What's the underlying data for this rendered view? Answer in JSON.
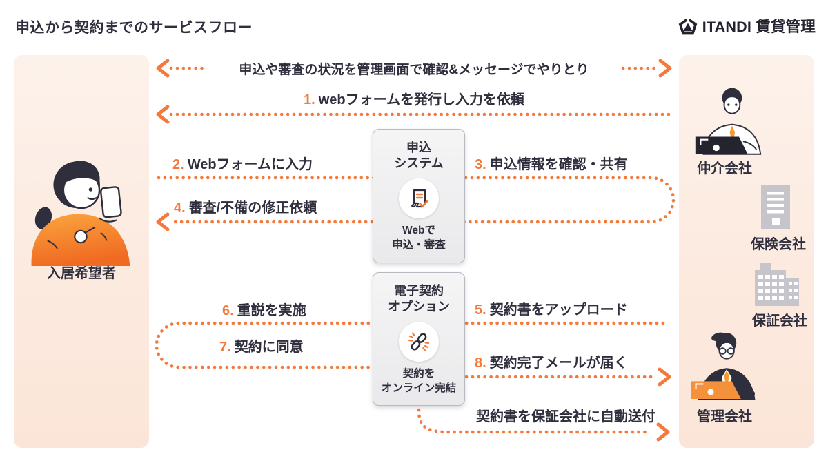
{
  "header": {
    "title": "申込から契約までのサービスフロー",
    "brand": "ITANDI 賃貸管理"
  },
  "actors": {
    "tenant": {
      "label": "入居希望者",
      "illustration": "woman-with-phone"
    },
    "broker": {
      "label": "仲介会社",
      "illustration": "man-with-laptop"
    },
    "insurance": {
      "label": "保険会社",
      "illustration": "office-building-small"
    },
    "guarantor": {
      "label": "保証会社",
      "illustration": "office-building-large"
    },
    "manager": {
      "label": "管理会社",
      "illustration": "man-in-suit-with-laptop"
    }
  },
  "cards": {
    "application": {
      "title_line1": "申込",
      "title_line2": "システム",
      "caption_line1": "Webで",
      "caption_line2": "申込・審査",
      "icon": "document-check-icon"
    },
    "econtract": {
      "title_line1": "電子契約",
      "title_line2": "オプション",
      "caption_line1": "契約を",
      "caption_line2": "オンライン完結",
      "icon": "link-icon"
    }
  },
  "flow": {
    "exchange": "申込や審査の状況を管理画面で確認&メッセージでやりとり",
    "steps": [
      {
        "num": "1.",
        "label": "webフォームを発行し入力を依頼"
      },
      {
        "num": "2.",
        "label": "Webフォームに入力"
      },
      {
        "num": "3.",
        "label": "申込情報を確認・共有"
      },
      {
        "num": "4.",
        "label": "審査/不備の修正依頼"
      },
      {
        "num": "5.",
        "label": "契約書をアップロード"
      },
      {
        "num": "6.",
        "label": "重説を実施"
      },
      {
        "num": "7.",
        "label": "契約に同意"
      },
      {
        "num": "8.",
        "label": "契約完了メールが届く"
      }
    ],
    "auto_send": "契約書を保証会社に自動送付"
  },
  "colors": {
    "accent": "#F4793B",
    "ink": "#2E2E3D",
    "panel_top": "#FDF2EB",
    "panel_bottom": "#FBE5D8",
    "building_gray": "#C5C5CB"
  }
}
